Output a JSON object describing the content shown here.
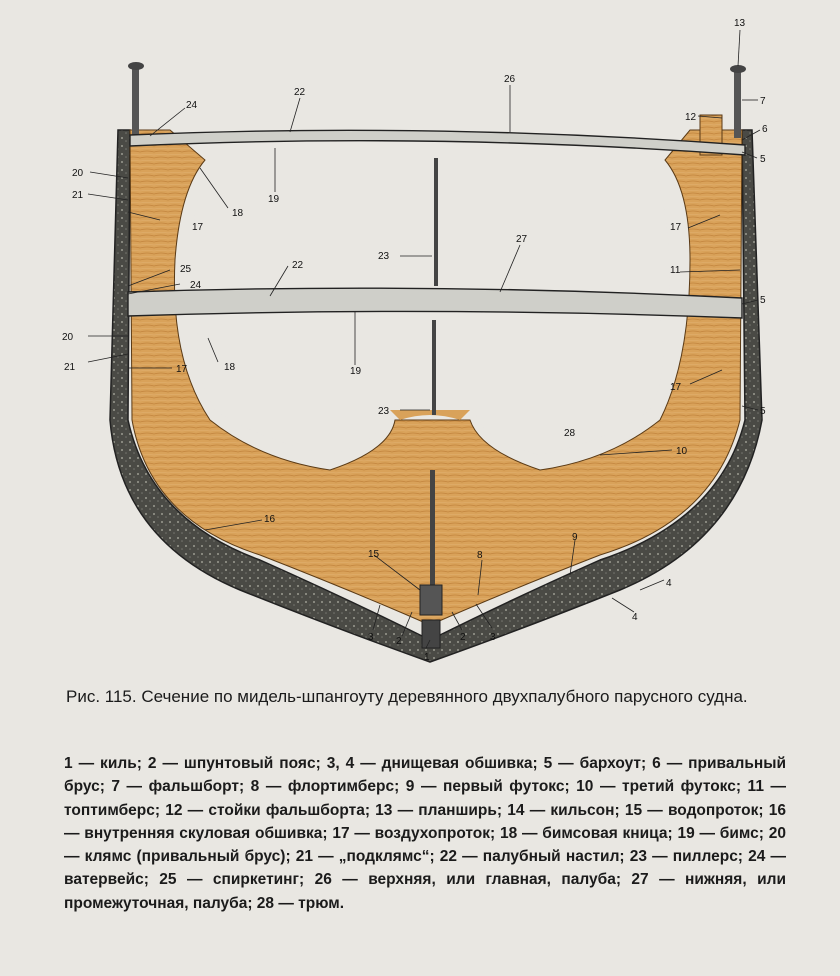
{
  "figure": {
    "labels": [
      {
        "id": "l13",
        "text": "13"
      },
      {
        "id": "l26",
        "text": "26"
      },
      {
        "id": "l22a",
        "text": "22"
      },
      {
        "id": "l7",
        "text": "7"
      },
      {
        "id": "l12",
        "text": "12"
      },
      {
        "id": "l6",
        "text": "6"
      },
      {
        "id": "l5a",
        "text": "5"
      },
      {
        "id": "l24a",
        "text": "24"
      },
      {
        "id": "l20a",
        "text": "20"
      },
      {
        "id": "l21a",
        "text": "21"
      },
      {
        "id": "l17a",
        "text": "17"
      },
      {
        "id": "l18a",
        "text": "18"
      },
      {
        "id": "l19a",
        "text": "19"
      },
      {
        "id": "l17b",
        "text": "17"
      },
      {
        "id": "l23a",
        "text": "23"
      },
      {
        "id": "l27",
        "text": "27"
      },
      {
        "id": "l22b",
        "text": "22"
      },
      {
        "id": "l11",
        "text": "11"
      },
      {
        "id": "l25",
        "text": "25"
      },
      {
        "id": "l24b",
        "text": "24"
      },
      {
        "id": "l5b",
        "text": "5"
      },
      {
        "id": "l20b",
        "text": "20"
      },
      {
        "id": "l19b",
        "text": "19"
      },
      {
        "id": "l21b",
        "text": "21"
      },
      {
        "id": "l18b",
        "text": "18"
      },
      {
        "id": "l17c",
        "text": "17"
      },
      {
        "id": "l17d",
        "text": "17"
      },
      {
        "id": "l5c",
        "text": "5"
      },
      {
        "id": "l23b",
        "text": "23"
      },
      {
        "id": "l28",
        "text": "28"
      },
      {
        "id": "l10",
        "text": "10"
      },
      {
        "id": "l16",
        "text": "16"
      },
      {
        "id": "l15",
        "text": "15"
      },
      {
        "id": "l8",
        "text": "8"
      },
      {
        "id": "l9",
        "text": "9"
      },
      {
        "id": "l4a",
        "text": "4"
      },
      {
        "id": "l4b",
        "text": "4"
      },
      {
        "id": "l3a",
        "text": "3"
      },
      {
        "id": "l2a",
        "text": "2"
      },
      {
        "id": "l1",
        "text": "1"
      },
      {
        "id": "l2b",
        "text": "2"
      },
      {
        "id": "l3b",
        "text": "3"
      }
    ]
  },
  "caption": "Рис. 115. Сечение по мидель-шпангоуту деревянного двухпалубного парусного судна.",
  "legend": "1 — киль; 2 — шпунтовый пояс; 3, 4 — днищевая обшивка; 5 — бархоут; 6 — привальный брус; 7 — фальшборт; 8 — флортимберс; 9 — первый футокс; 10 — третий футокс; 11 — топтимберс; 12 — стойки фальшборта; 13 — планширь; 14 — кильсон; 15 — водопроток; 16 — внутренняя скуловая обшивка; 17 — воздухопроток; 18 — бимсовая кница; 19 — бимс; 20 — клямс (привальный брус); 21 — „подклямс“; 22 — палубный настил; 23 — пиллерс; 24 — ватервейс; 25 — спиркетинг; 26 — верхняя, или главная, палуба; 27 — нижняя, или промежуточная, палуба; 28 — трюм.",
  "colors": {
    "wood": "#d9a25a",
    "wood_dark": "#b97a34",
    "plank": "#3a3a36",
    "deck": "#cfcfc9"
  }
}
